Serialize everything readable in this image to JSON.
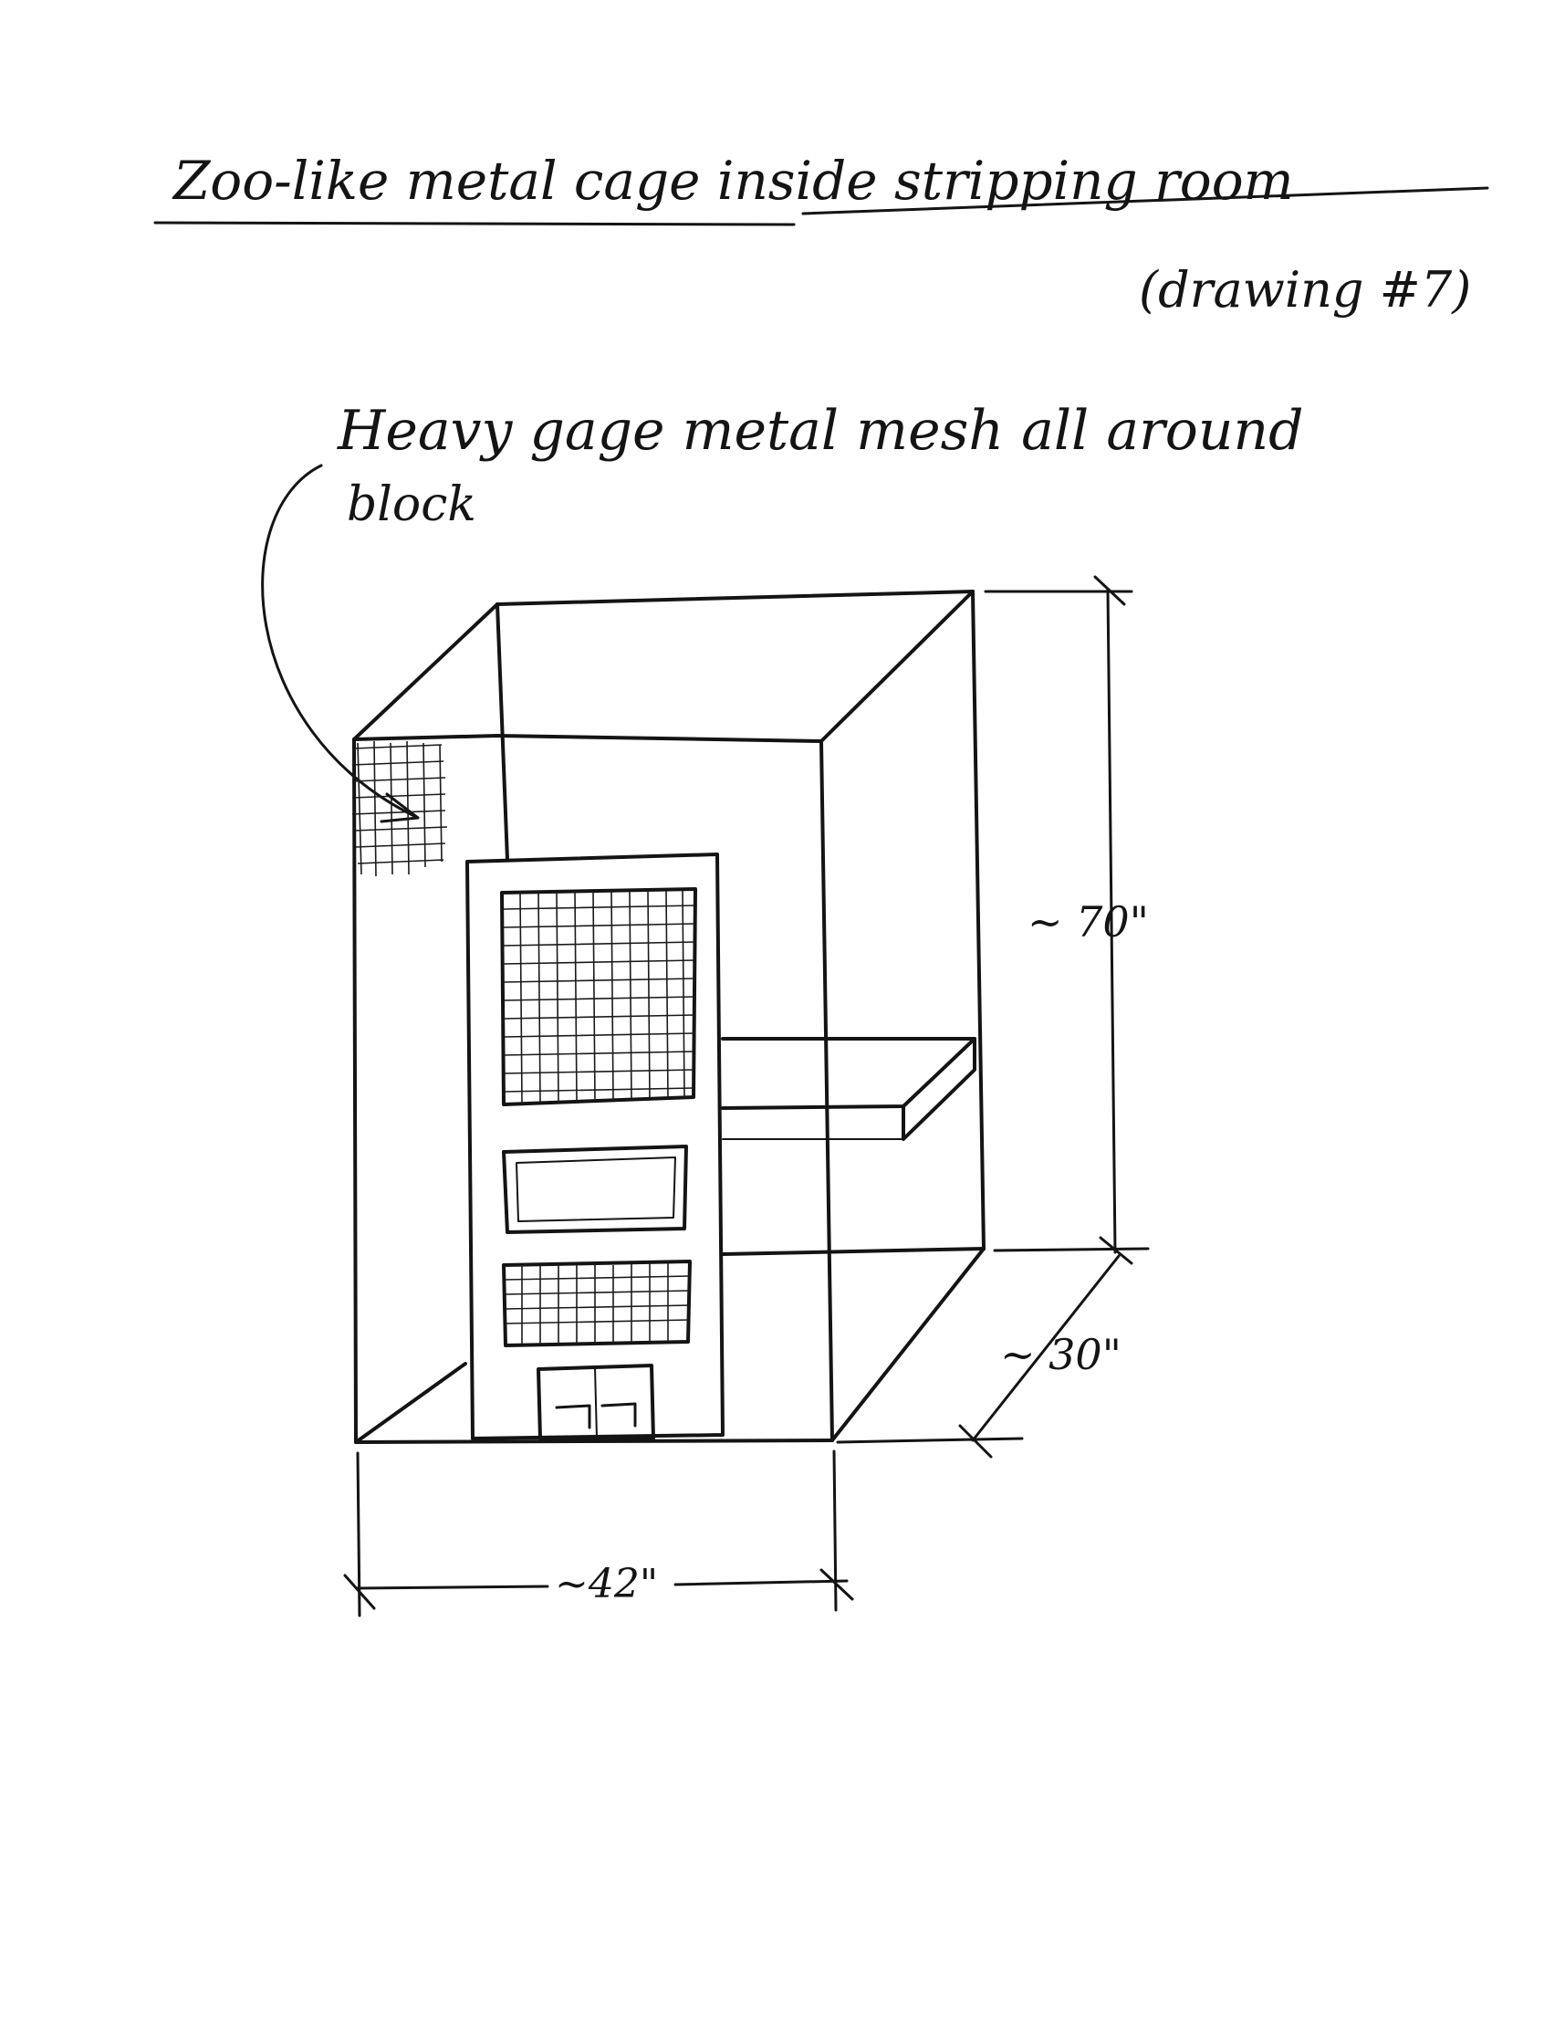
{
  "title": "Zoo-like metal cage inside stripping room",
  "subtitle": "(drawing #7)",
  "annotation": {
    "line1": "Heavy gage metal mesh all around",
    "line2": "block"
  },
  "dimensions": {
    "height": "~ 70\"",
    "depth": "~ 30\"",
    "width": "~42\""
  },
  "colors": {
    "ink": "#141414",
    "paper": "#ffffff"
  }
}
